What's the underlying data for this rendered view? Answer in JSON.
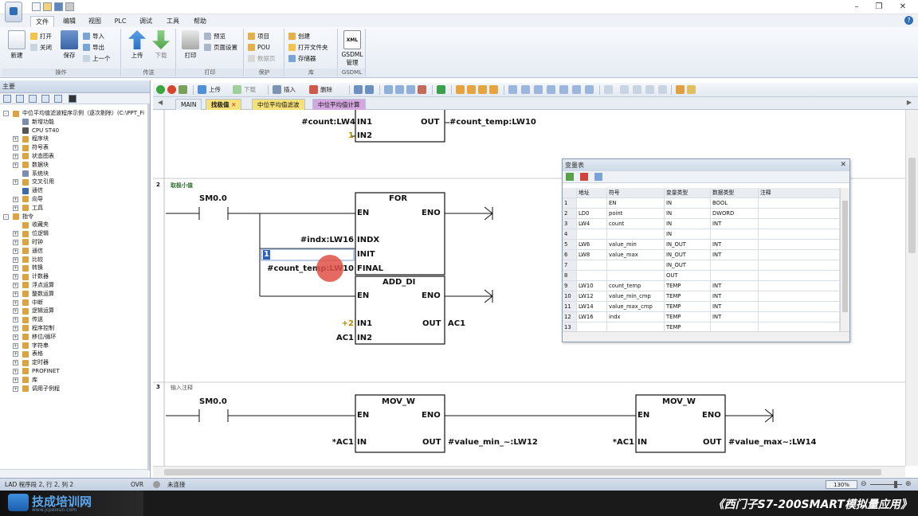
{
  "menu": {
    "tabs": [
      "文件",
      "编辑",
      "视图",
      "PLC",
      "调试",
      "工具",
      "帮助"
    ],
    "active_tab": "文件"
  },
  "ribbon": {
    "groups": [
      {
        "label": "操作",
        "big": [
          {
            "label": "新建"
          },
          {
            "label": "保存"
          }
        ],
        "small": [
          "打开",
          "关闭",
          "导入",
          "导出",
          "上一个"
        ]
      },
      {
        "label": "传送",
        "big": [
          {
            "label": "上传"
          },
          {
            "label": "下载"
          }
        ],
        "small": []
      },
      {
        "label": "打印",
        "big": [
          {
            "label": "打印"
          }
        ],
        "small": [
          "预览",
          "页面设置"
        ]
      },
      {
        "label": "保护",
        "big": [],
        "small": [
          "项目",
          "POU",
          "数据页"
        ]
      },
      {
        "label": "库",
        "big": [],
        "small": [
          "创建",
          "打开文件夹",
          "存储器"
        ]
      },
      {
        "label": "GSDML",
        "big": [
          {
            "label": "GSDML 管理"
          }
        ],
        "small": []
      }
    ]
  },
  "left_panel": {
    "title": "主要",
    "tree": [
      {
        "level": 0,
        "exp": "-",
        "label": "中位平均值滤波程序示例（逐次剔除）(C:\\PPT_Fi",
        "color": "#d9a441"
      },
      {
        "level": 1,
        "exp": "",
        "label": "新增功能",
        "color": "#7c8db0"
      },
      {
        "level": 1,
        "exp": "",
        "label": "CPU ST40",
        "color": "#555555"
      },
      {
        "level": 1,
        "exp": "+",
        "label": "程序块",
        "color": "#d9a441"
      },
      {
        "level": 1,
        "exp": "+",
        "label": "符号表",
        "color": "#d9a441"
      },
      {
        "level": 1,
        "exp": "+",
        "label": "状态图表",
        "color": "#d9a441"
      },
      {
        "level": 1,
        "exp": "+",
        "label": "数据块",
        "color": "#d9a441"
      },
      {
        "level": 1,
        "exp": "",
        "label": "系统块",
        "color": "#7c8db0"
      },
      {
        "level": 1,
        "exp": "+",
        "label": "交叉引用",
        "color": "#d9a441"
      },
      {
        "level": 1,
        "exp": "",
        "label": "通信",
        "color": "#3d6aa8"
      },
      {
        "level": 1,
        "exp": "+",
        "label": "向导",
        "color": "#d9a441"
      },
      {
        "level": 1,
        "exp": "+",
        "label": "工具",
        "color": "#d9a441"
      },
      {
        "level": 0,
        "exp": "-",
        "label": "指令",
        "color": "#d9a441"
      },
      {
        "level": 1,
        "exp": "",
        "label": "收藏夹",
        "color": "#d9a441"
      },
      {
        "level": 1,
        "exp": "+",
        "label": "位逻辑",
        "color": "#d9a441"
      },
      {
        "level": 1,
        "exp": "+",
        "label": "时钟",
        "color": "#d9a441"
      },
      {
        "level": 1,
        "exp": "+",
        "label": "通信",
        "color": "#d9a441"
      },
      {
        "level": 1,
        "exp": "+",
        "label": "比较",
        "color": "#d9a441"
      },
      {
        "level": 1,
        "exp": "+",
        "label": "转换",
        "color": "#d9a441"
      },
      {
        "level": 1,
        "exp": "+",
        "label": "计数器",
        "color": "#d9a441"
      },
      {
        "level": 1,
        "exp": "+",
        "label": "浮点运算",
        "color": "#d9a441"
      },
      {
        "level": 1,
        "exp": "+",
        "label": "整数运算",
        "color": "#d9a441"
      },
      {
        "level": 1,
        "exp": "+",
        "label": "中断",
        "color": "#d9a441"
      },
      {
        "level": 1,
        "exp": "+",
        "label": "逻辑运算",
        "color": "#d9a441"
      },
      {
        "level": 1,
        "exp": "+",
        "label": "传送",
        "color": "#d9a441"
      },
      {
        "level": 1,
        "exp": "+",
        "label": "程序控制",
        "color": "#d9a441"
      },
      {
        "level": 1,
        "exp": "+",
        "label": "移位/循环",
        "color": "#d9a441"
      },
      {
        "level": 1,
        "exp": "+",
        "label": "字符串",
        "color": "#d9a441"
      },
      {
        "level": 1,
        "exp": "+",
        "label": "表格",
        "color": "#d9a441"
      },
      {
        "level": 1,
        "exp": "+",
        "label": "定时器",
        "color": "#d9a441"
      },
      {
        "level": 1,
        "exp": "+",
        "label": "PROFINET",
        "color": "#d9a441"
      },
      {
        "level": 1,
        "exp": "+",
        "label": "库",
        "color": "#d9a441"
      },
      {
        "level": 1,
        "exp": "+",
        "label": "调用子例程",
        "color": "#d9a441"
      }
    ]
  },
  "editor_toolbar": {
    "upload": "上传",
    "download": "下载",
    "insert": "插入",
    "delete": "删除"
  },
  "pou_tabs": [
    {
      "label": "MAIN",
      "bg": "#e8edf3"
    },
    {
      "label": "找极值",
      "bg": "#f5e07a",
      "active": true
    },
    {
      "label": "中位平均值滤波",
      "bg": "#f5e07a"
    },
    {
      "label": "中位平均值计算",
      "bg": "#d4a7e0"
    }
  ],
  "lad": {
    "net1": {
      "in1": "#count:LW4",
      "in2": "1",
      "out": "#count_temp:LW10",
      "pins": {
        "in1": "IN1",
        "in2": "IN2",
        "out": "OUT"
      }
    },
    "net2": {
      "number": "2",
      "comment": "取极小值",
      "contact": "SM0.0",
      "for": {
        "title": "FOR",
        "en": "EN",
        "eno": "ENO",
        "indx_pin": "INDX",
        "init_pin": "INIT",
        "final_pin": "FINAL",
        "indx": "#indx:LW16",
        "init": "1",
        "final": "#count_temp:LW10"
      },
      "add": {
        "title": "ADD_DI",
        "en": "EN",
        "eno": "ENO",
        "in1_pin": "IN1",
        "in2_pin": "IN2",
        "out_pin": "OUT",
        "in1": "+2",
        "in2": "AC1",
        "out": "AC1"
      }
    },
    "net3": {
      "number": "3",
      "comment": "输入注释",
      "contact": "SM0.0",
      "mov1": {
        "title": "MOV_W",
        "en": "EN",
        "eno": "ENO",
        "in_pin": "IN",
        "out_pin": "OUT",
        "in": "*AC1",
        "out": "#value_min_~:LW12"
      },
      "mov2": {
        "title": "MOV_W",
        "en": "EN",
        "eno": "ENO",
        "in_pin": "IN",
        "out_pin": "OUT",
        "in": "*AC1",
        "out": "#value_max~:LW14"
      }
    }
  },
  "var_table": {
    "title": "变量表",
    "headers": [
      "",
      "地址",
      "符号",
      "变量类型",
      "数据类型",
      "注释"
    ],
    "rows": [
      [
        "1",
        "",
        "EN",
        "IN",
        "BOOL",
        ""
      ],
      [
        "2",
        "LD0",
        "point",
        "IN",
        "DWORD",
        ""
      ],
      [
        "3",
        "LW4",
        "count",
        "IN",
        "INT",
        ""
      ],
      [
        "4",
        "",
        "",
        "IN",
        "",
        ""
      ],
      [
        "5",
        "LW6",
        "value_min",
        "IN_OUT",
        "INT",
        ""
      ],
      [
        "6",
        "LW8",
        "value_max",
        "IN_OUT",
        "INT",
        ""
      ],
      [
        "7",
        "",
        "",
        "IN_OUT",
        "",
        ""
      ],
      [
        "8",
        "",
        "",
        "OUT",
        "",
        ""
      ],
      [
        "9",
        "LW10",
        "count_temp",
        "TEMP",
        "INT",
        ""
      ],
      [
        "10",
        "LW12",
        "value_min_cmp",
        "TEMP",
        "INT",
        ""
      ],
      [
        "11",
        "LW14",
        "value_max_cmp",
        "TEMP",
        "INT",
        ""
      ],
      [
        "12",
        "LW16",
        "indx",
        "TEMP",
        "INT",
        ""
      ],
      [
        "13",
        "",
        "",
        "TEMP",
        "",
        ""
      ]
    ]
  },
  "status": {
    "position": "LAD 程序段 2, 行 2, 列 2",
    "mode": "OVR",
    "connection": "未连接",
    "zoom": "130%"
  },
  "watermark": {
    "logo": "技成培训网",
    "logo_sub": "www.jcpeixun.com",
    "course": "《西门子S7-200SMART模拟量应用》"
  }
}
